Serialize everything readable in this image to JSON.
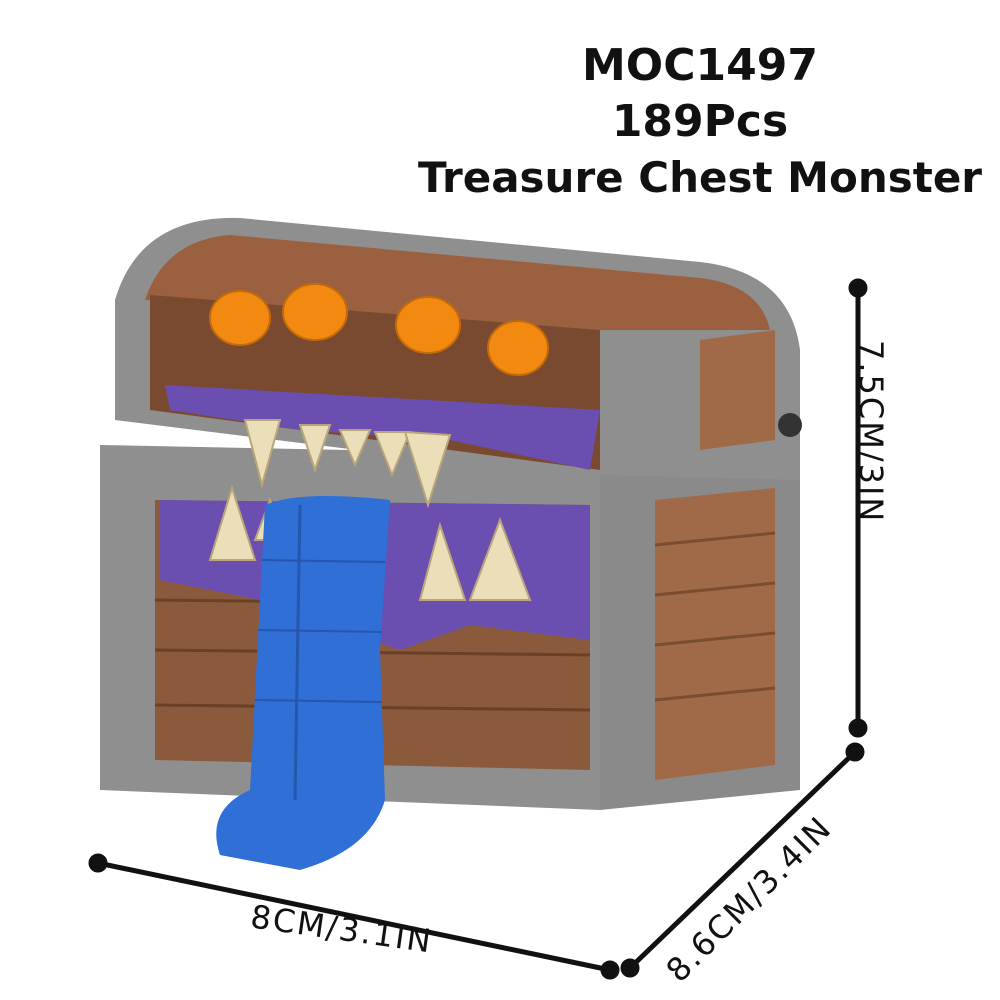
{
  "product": {
    "code": "MOC1497",
    "pieces": "189Pcs",
    "name": "Treasure Chest Monster"
  },
  "dimensions": {
    "height": "7.5CM/3IN",
    "depth": "8.6CM/3.4IN",
    "width": "8CM/3.1IN"
  },
  "colors": {
    "frame_gray": "#8a8a8a",
    "wood_brown": "#8b5a3c",
    "tongue_blue": "#2f6fd6",
    "eye_orange": "#f28a12",
    "teeth_tan": "#eadfb8",
    "lip_purple": "#6a4fb0"
  }
}
